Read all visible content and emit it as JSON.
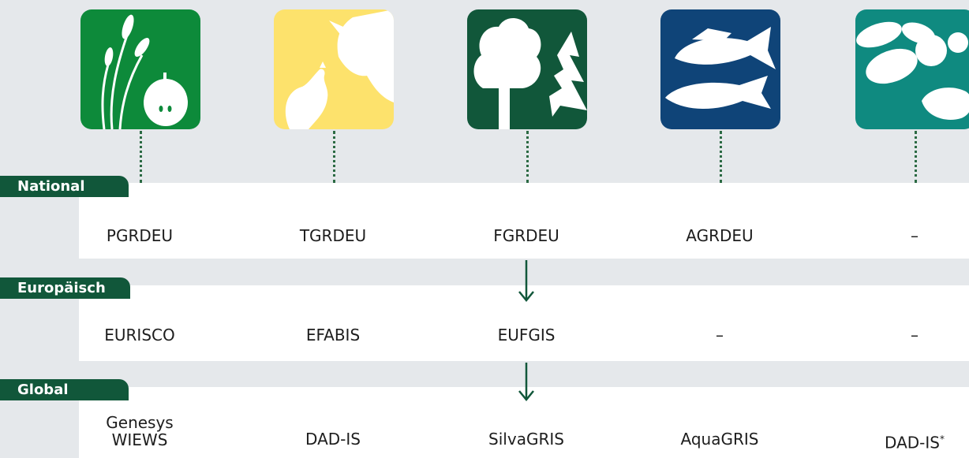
{
  "categories": [
    {
      "id": "plants",
      "icon": "wheat-apple-icon",
      "color": "#0d8a3a"
    },
    {
      "id": "animals",
      "icon": "cow-chicken-icon",
      "color": "#fde26c"
    },
    {
      "id": "forest",
      "icon": "trees-icon",
      "color": "#11573a"
    },
    {
      "id": "aquatic",
      "icon": "fish-icon",
      "color": "#0f4478"
    },
    {
      "id": "micro",
      "icon": "bee-insect-icon",
      "color": "#0f8a80"
    }
  ],
  "levels": [
    {
      "label": "National",
      "cells": [
        "PGRDEU",
        "TGRDEU",
        "FGRDEU",
        "AGRDEU",
        "–"
      ]
    },
    {
      "label": "Europäisch",
      "cells": [
        "EURISCO",
        "EFABIS",
        "EUFGIS",
        "–",
        "–"
      ]
    },
    {
      "label": "Global",
      "cells": [
        "Genesys\nWIEWS",
        "DAD-IS",
        "SilvaGRIS",
        "AquaGRIS",
        "DAD-IS"
      ],
      "footnote_mark": "*"
    }
  ]
}
